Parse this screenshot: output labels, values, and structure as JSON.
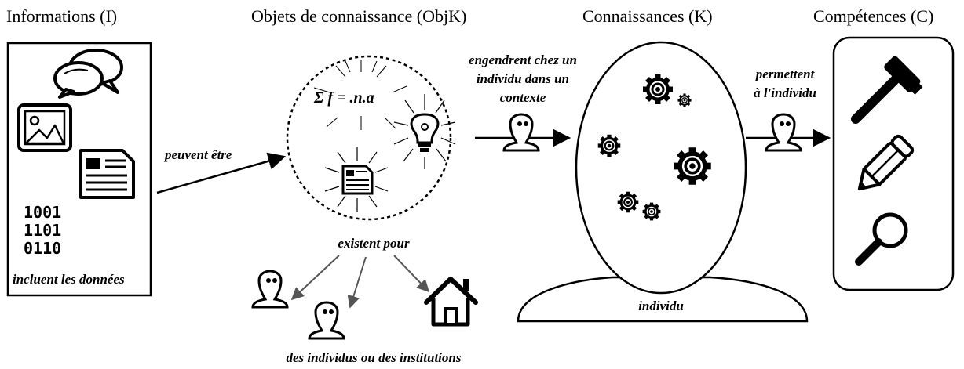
{
  "headings": {
    "informations": "Informations (I)",
    "objets": "Objets de connaissance (ObjK)",
    "connaissances": "Connaissances (K)",
    "competences": "Compétences (C)"
  },
  "labels": {
    "peuvent_etre": "peuvent être",
    "engendrent_line1": "engendrent chez un",
    "engendrent_line2": "individu dans un",
    "engendrent_line3": "contexte",
    "permettent_line1": "permettent",
    "permettent_line2": "à l'individu",
    "incluent": "incluent les données",
    "existent": "existent pour",
    "des_individus": "des individus ou des institutions",
    "individu": "individu"
  },
  "binary": [
    "1001",
    "1101",
    "0110"
  ],
  "formula": "Σ f = .n.a",
  "icons": {
    "informations": [
      "chat-bubbles-icon",
      "image-icon",
      "document-icon",
      "binary-data-icon"
    ],
    "objets": [
      "formula-icon",
      "lightbulb-icon",
      "document-icon"
    ],
    "connaissances": [
      "gears-icon"
    ],
    "competences": [
      "hammer-icon",
      "pencil-icon",
      "magnifier-icon"
    ],
    "recipients": [
      "person-icon",
      "person-icon",
      "house-icon"
    ]
  }
}
